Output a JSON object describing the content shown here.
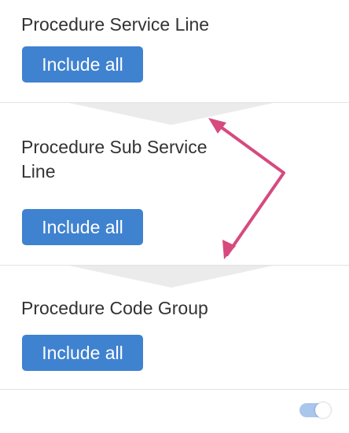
{
  "sections": [
    {
      "title": "Procedure Service  Line",
      "button_label": "Include all"
    },
    {
      "title": "Procedure Sub Service Line",
      "button_label": "Include all"
    },
    {
      "title": "Procedure Code Group",
      "button_label": "Include all"
    }
  ],
  "toggle": {
    "state": "on"
  },
  "colors": {
    "button": "#3f82d0",
    "annotation_arrow": "#d64a7f",
    "divider": "#e3e3e3",
    "funnel": "#ebebeb",
    "toggle_track": "#a9c6ec"
  }
}
